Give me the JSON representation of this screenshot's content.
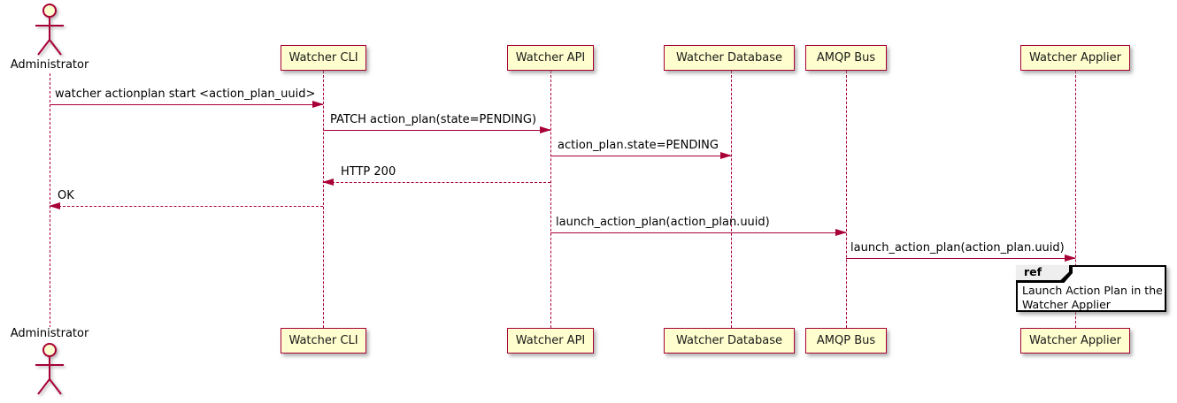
{
  "diagram": {
    "kind": "uml-sequence-diagram",
    "tool_style": "plantuml"
  },
  "colors": {
    "background": "#FFFFFF",
    "stroke": "#A80036",
    "participant_fill": "#FEFECE",
    "ref_border": "#000000",
    "ref_tab_fill": "#EEEEEE",
    "text": "#000000"
  },
  "actor": {
    "name": "Administrator"
  },
  "participants": [
    {
      "label": "Watcher CLI"
    },
    {
      "label": "Watcher API"
    },
    {
      "label": "Watcher Database"
    },
    {
      "label": "AMQP Bus"
    },
    {
      "label": "Watcher Applier"
    }
  ],
  "messages": [
    {
      "from": "Administrator",
      "to": "Watcher CLI",
      "text": "watcher actionplan start <action_plan_uuid>",
      "line": "solid",
      "direction": "right"
    },
    {
      "from": "Watcher CLI",
      "to": "Watcher API",
      "text": "PATCH action_plan(state=PENDING)",
      "line": "solid",
      "direction": "right"
    },
    {
      "from": "Watcher API",
      "to": "Watcher Database",
      "text": "action_plan.state=PENDING",
      "line": "solid",
      "direction": "right"
    },
    {
      "from": "Watcher API",
      "to": "Watcher CLI",
      "text": "HTTP 200",
      "line": "dashed",
      "direction": "left"
    },
    {
      "from": "Watcher CLI",
      "to": "Administrator",
      "text": "OK",
      "line": "dashed",
      "direction": "left"
    },
    {
      "from": "Watcher API",
      "to": "AMQP Bus",
      "text": "launch_action_plan(action_plan.uuid)",
      "line": "solid",
      "direction": "right"
    },
    {
      "from": "AMQP Bus",
      "to": "Watcher Applier",
      "text": "launch_action_plan(action_plan.uuid)",
      "line": "solid",
      "direction": "right"
    }
  ],
  "ref_fragment": {
    "keyword": "ref",
    "over": "Watcher Applier",
    "line1": "Launch Action Plan in the",
    "line2": "Watcher Applier"
  }
}
